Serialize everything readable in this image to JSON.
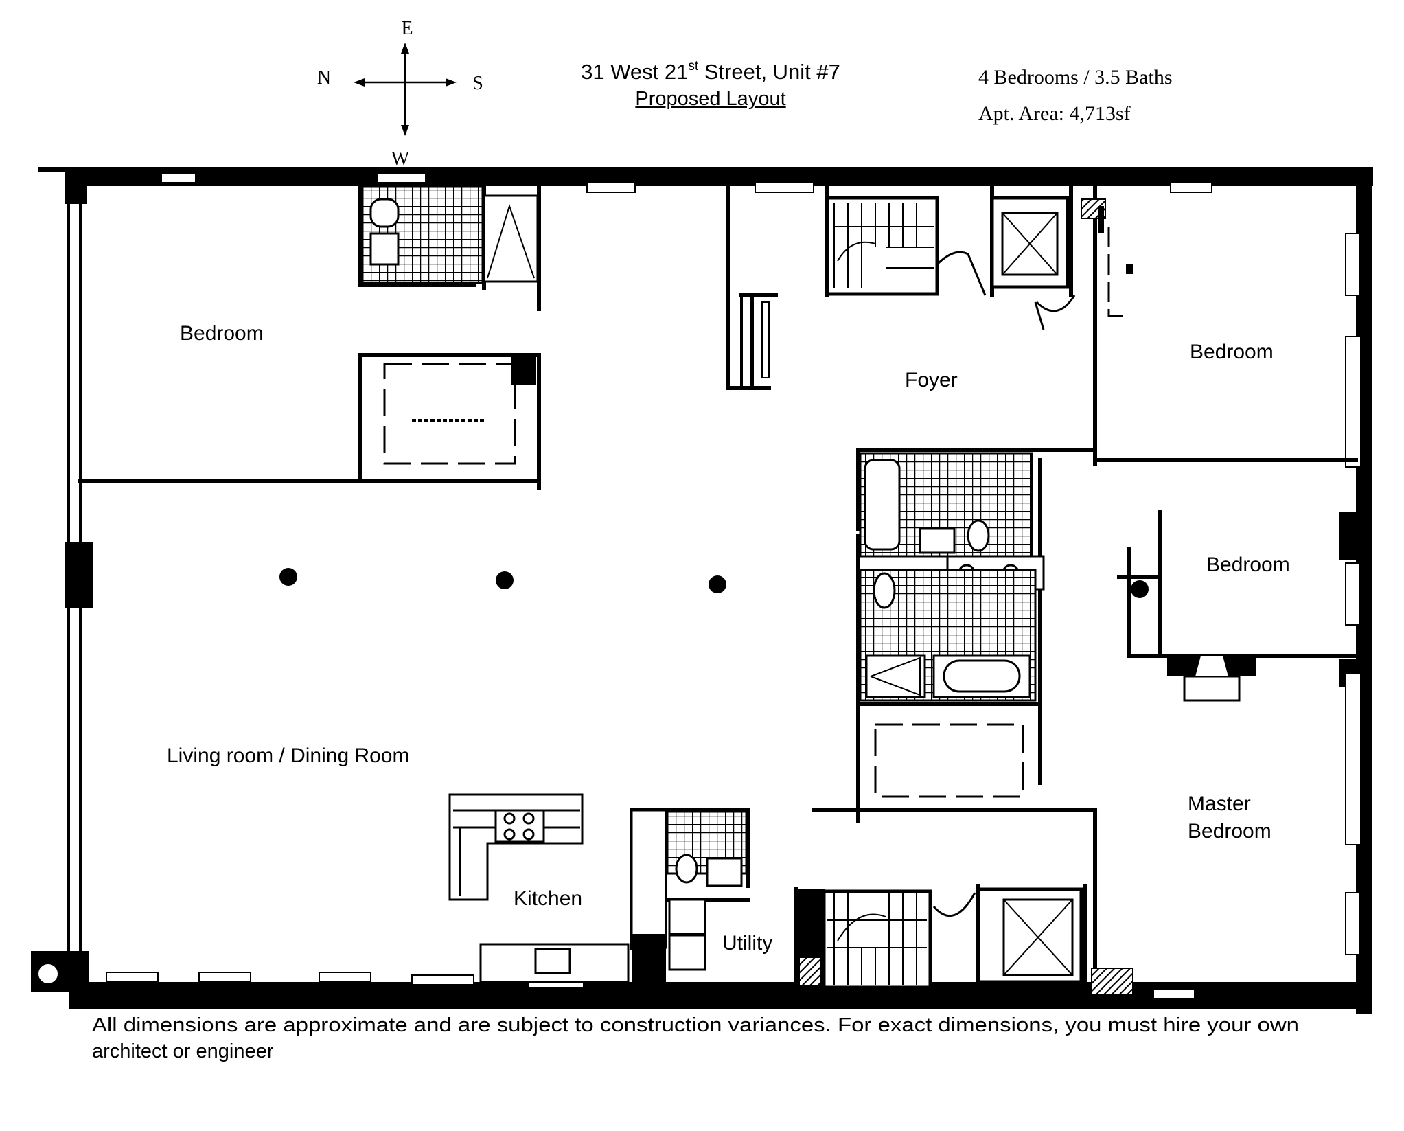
{
  "compass": {
    "east": "E",
    "west": "W",
    "north": "N",
    "south": "S"
  },
  "header": {
    "address_main": "31 West 21",
    "address_sup": "st",
    "address_rest": " Street, Unit #7",
    "subtitle": "Proposed Layout",
    "bedrooms_baths": "4 Bedrooms / 3.5 Baths",
    "area": "Apt. Area: 4,713sf"
  },
  "rooms": {
    "bedroom_nw": "Bedroom",
    "foyer": "Foyer",
    "bedroom_se1": "Bedroom",
    "bedroom_se2": "Bedroom",
    "living": "Living room / Dining Room",
    "kitchen": "Kitchen",
    "utility": "Utility",
    "master_line1": "Master",
    "master_line2": "Bedroom"
  },
  "disclaimer": {
    "line1": "All dimensions are approximate and are subject to construction variances. For exact dimensions, you must hire your own",
    "line2": "architect or engineer"
  }
}
